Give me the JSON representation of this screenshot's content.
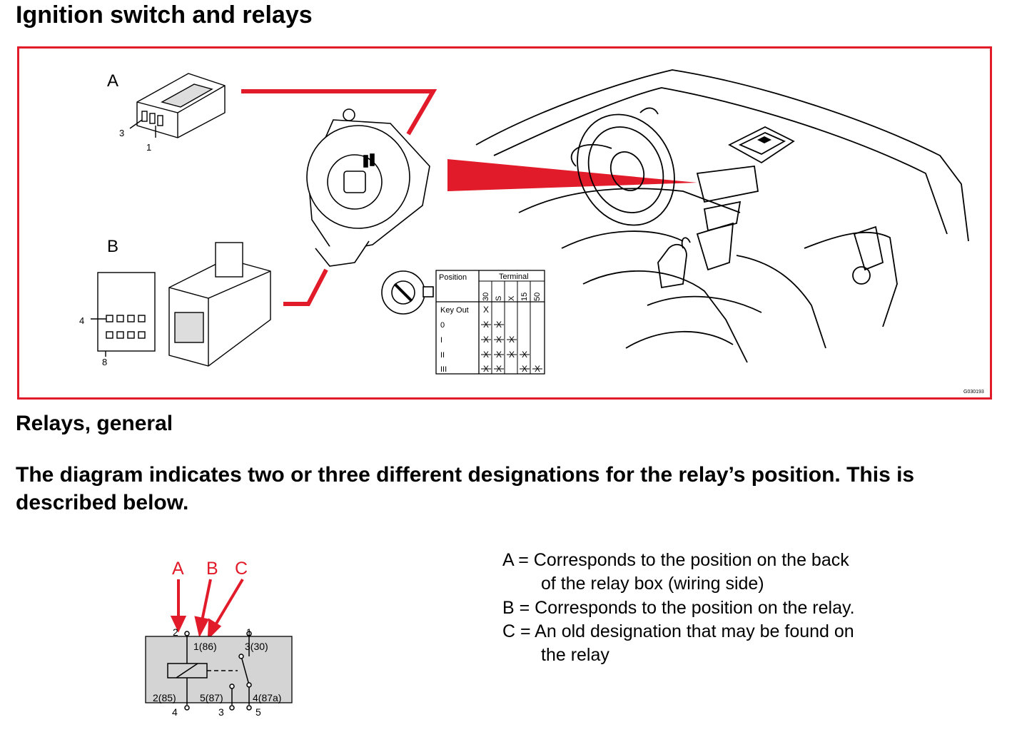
{
  "page_title": "Ignition switch and relays",
  "figure": {
    "connector_a_label": "A",
    "connector_a_pin_3": "3",
    "connector_a_pin_1": "1",
    "connector_b_label": "B",
    "connector_b_pin_4": "4",
    "connector_b_pin_8": "8",
    "figure_code": "G030193",
    "accent_color": "#e21b2a",
    "terminal_table": {
      "position_header": "Position",
      "terminal_header": "Terminal",
      "terminals": [
        "30",
        "S",
        "X",
        "15",
        "50"
      ],
      "rows": [
        {
          "position": "Key Out",
          "marks": [
            "X",
            "",
            "",
            "",
            ""
          ],
          "struck": [
            false,
            false,
            false,
            false,
            false
          ]
        },
        {
          "position": "0",
          "marks": [
            "X",
            "X",
            "",
            "",
            ""
          ],
          "struck": [
            true,
            true,
            false,
            false,
            false
          ]
        },
        {
          "position": "I",
          "marks": [
            "X",
            "X",
            "X",
            "",
            ""
          ],
          "struck": [
            true,
            true,
            true,
            false,
            false
          ]
        },
        {
          "position": "II",
          "marks": [
            "X",
            "X",
            "X",
            "X",
            ""
          ],
          "struck": [
            true,
            true,
            true,
            true,
            false
          ]
        },
        {
          "position": "III",
          "marks": [
            "X",
            "X",
            "",
            "X",
            "X"
          ],
          "struck": [
            true,
            true,
            false,
            true,
            true
          ]
        }
      ]
    }
  },
  "section_heading": "Relays, general",
  "intro_text": "The diagram indicates two or three different designations for the relay’s position. This is described below.",
  "relay_diagram": {
    "arrow_a": "A",
    "arrow_b": "B",
    "arrow_c": "C",
    "top_left_pin": "2",
    "top_right_pin": "1",
    "coil_top_label": "1(86)",
    "switch_top_label": "3(30)",
    "coil_bottom_label": "2(85)",
    "nc_label": "5(87)",
    "no_label": "4(87a)",
    "bottom_pin_left": "4",
    "bottom_pin_mid": "3",
    "bottom_pin_right": "5"
  },
  "legend": {
    "a_line1": "A = Corresponds to the position on the back",
    "a_line2": "of the relay box (wiring side)",
    "b_line1": "B = Corresponds to the position on the relay.",
    "c_line1": "C = An old designation that may be found on",
    "c_line2": "the relay"
  }
}
